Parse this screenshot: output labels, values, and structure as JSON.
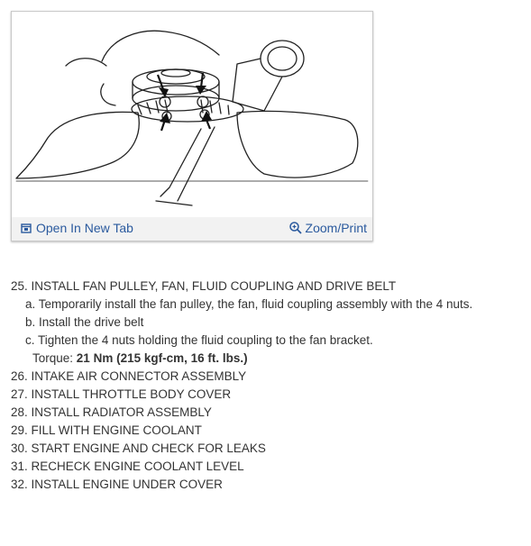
{
  "figure": {
    "open_tab_label": "Open In New Tab",
    "zoom_label": "Zoom/Print"
  },
  "steps": [
    {
      "num": "25.",
      "text": "INSTALL FAN PULLEY, FAN, FLUID COUPLING AND DRIVE BELT"
    },
    {
      "num": "a.",
      "text": "Temporarily install the fan pulley, the fan, fluid coupling assembly with the 4 nuts."
    },
    {
      "num": "b.",
      "text": "Install the drive belt"
    },
    {
      "num": "c.",
      "text": "Tighten the 4 nuts holding the fluid coupling to the fan bracket."
    },
    {
      "label": "Torque:",
      "value": "21 Nm (215 kgf-cm, 16 ft. lbs.)"
    },
    {
      "num": "26.",
      "text": "INTAKE AIR CONNECTOR ASSEMBLY"
    },
    {
      "num": "27.",
      "text": "INSTALL THROTTLE BODY COVER"
    },
    {
      "num": "28.",
      "text": "INSTALL RADIATOR ASSEMBLY"
    },
    {
      "num": "29.",
      "text": "FILL WITH ENGINE COOLANT"
    },
    {
      "num": "30.",
      "text": "START ENGINE AND CHECK FOR LEAKS"
    },
    {
      "num": "31.",
      "text": "RECHECK ENGINE COOLANT LEVEL"
    },
    {
      "num": "32.",
      "text": "INSTALL ENGINE UNDER COVER"
    }
  ]
}
